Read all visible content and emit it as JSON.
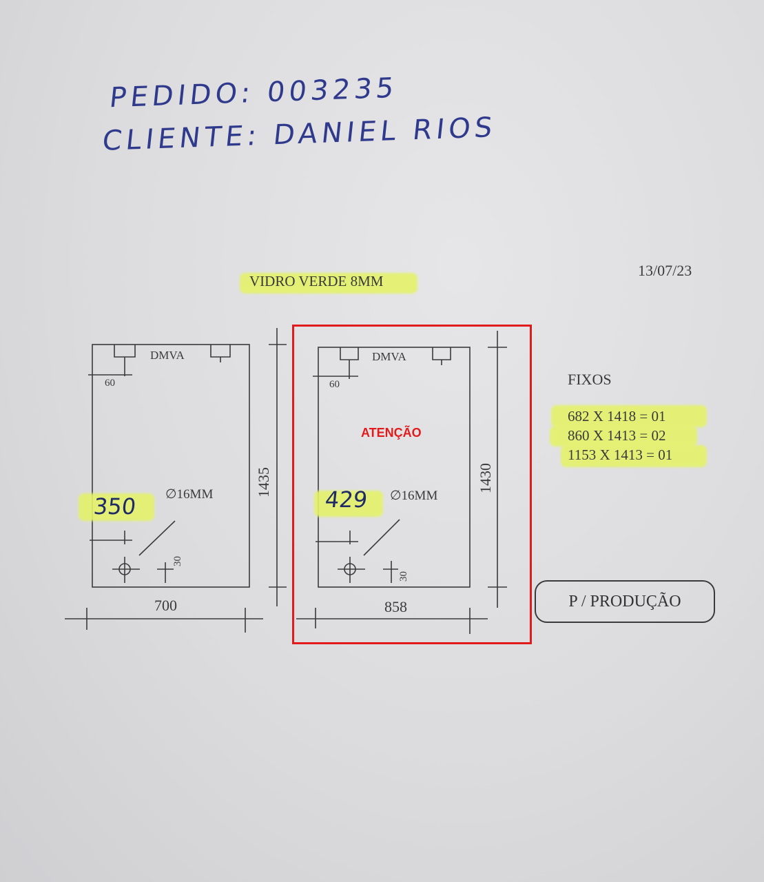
{
  "header": {
    "order_line": "PEDIDO: 003235",
    "client_line": "CLIENTE: DANIEL RIOS"
  },
  "product": "VIDRO VERDE 8MM",
  "date": "13/07/23",
  "panel_left": {
    "hinge_label": "DMVA",
    "offset_top": "60",
    "handwritten_height": "350",
    "hole_label": "∅16MM",
    "offset_bottom": "30",
    "height": "1435",
    "width": "700"
  },
  "panel_right": {
    "hinge_label": "DMVA",
    "offset_top": "60",
    "handwritten_height": "429",
    "hole_label": "∅16MM",
    "offset_bottom": "30",
    "height": "1430",
    "width": "858",
    "warning": "ATENÇÃO"
  },
  "fixos": {
    "title": "FIXOS",
    "items": [
      "682 X 1418 = 01",
      "860 X 1413 = 02",
      "1153 X 1413 = 01"
    ]
  },
  "stamp": "P / PRODUÇÃO",
  "colors": {
    "ink": "#2f3a8c",
    "highlight": "#e4f26a",
    "warning": "#e11b1b"
  }
}
